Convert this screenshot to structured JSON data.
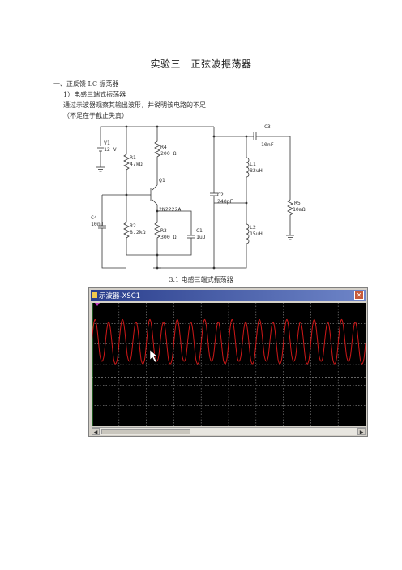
{
  "document": {
    "title": "实验三　正弦波振荡器",
    "lines": [
      "一、正反馈 LC 振荡器",
      "1）电感三端式振荡器",
      "通过示波器观察其输出波形，并说明该电路的不足",
      "（不足在于截止失真）"
    ],
    "figure_caption": "3.1  电感三端式振荡器"
  },
  "schematic": {
    "components": {
      "v1": "V1",
      "v1_value": "12 V",
      "r1": "R1",
      "r1_value": "47kΩ",
      "r4": "R4",
      "r4_value": "200 Ω",
      "q1": "Q1",
      "q1_model": "2N2222A",
      "c4": "C4",
      "c4_value": "10nJ",
      "r2": "R2",
      "r2_value": "8.2kΩ",
      "r3": "R3",
      "r3_value": "300 Ω",
      "c1": "C1",
      "c1_value": "1uJ",
      "c2": "C2",
      "c2_value": "240pF",
      "c3": "C3",
      "c3_value": "10nF",
      "l1": "L1",
      "l1_value": "82uH",
      "l2": "L2",
      "l2_value": "15uH",
      "r5": "R5",
      "r5_value": "10mΩ"
    }
  },
  "oscilloscope": {
    "window_title": "示波器-XSC1",
    "waveform_color": "#d01818",
    "grid_color": "#8a8a8a",
    "dashed_line_color": "#c8c8c8",
    "cycles": 20
  }
}
